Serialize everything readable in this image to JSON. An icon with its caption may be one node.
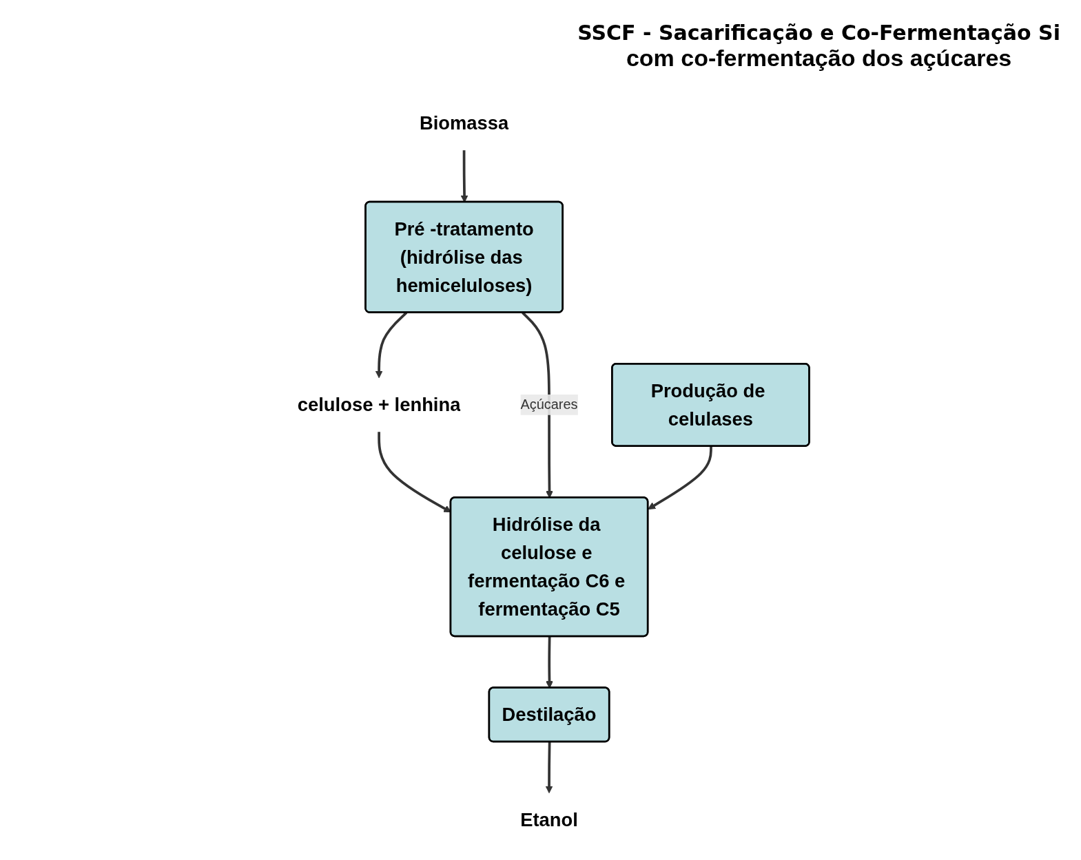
{
  "diagram": {
    "title": "SSCF - Sacarificação e Co-Fermentação Si",
    "nodes": [
      {
        "text": [
          "Biomassa"
        ]
      },
      {
        "text": [
          "Pré -tratamento",
          "(hidrólise das hemiceluloses)"
        ]
      },
      {
        "text": [
          "celulose + lenhina"
        ]
      },
      {
        "text": [
          "Hidrólise da celulose e fermentação C6 e fermentação C5"
        ]
      },
      {
        "text": [
          "Produção de celulases"
        ]
      },
      {
        "text": [
          "Destilação"
        ]
      },
      {
        "text": [
          "Etanol"
        ]
      }
    ],
    "edges": [
      {
        "from": 0,
        "to": 1,
        "arrow": "to"
      },
      {
        "from": 1,
        "to": 2,
        "arrow": "to"
      },
      {
        "from": 2,
        "to": 3,
        "arrow": "to"
      },
      {
        "from": 1,
        "to": 3,
        "arrow": "to",
        "label": "Açúcares"
      },
      {
        "from": 4,
        "to": 3,
        "arrow": "to"
      },
      {
        "from": 3,
        "to": 5,
        "arrow": "to"
      },
      {
        "from": 5,
        "to": 6,
        "arrow": "to"
      }
    ],
    "labels": [
      "com co-fermentação dos açúcares"
    ]
  }
}
